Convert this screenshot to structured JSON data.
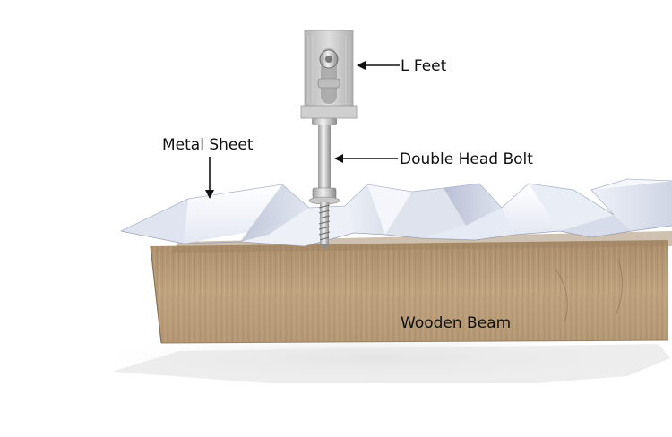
{
  "labels": {
    "l_feet": "L Feet",
    "double_head_bolt": "Double Head Bolt",
    "metal_sheet": "Metal Sheet",
    "wooden_beam": "Wooden Beam"
  },
  "colors": {
    "background": "#ffffff",
    "wood": "#b89a74",
    "metal_sheet": "#e8ecf6",
    "bracket": "#c9c9c9",
    "label_text": "#111111"
  }
}
